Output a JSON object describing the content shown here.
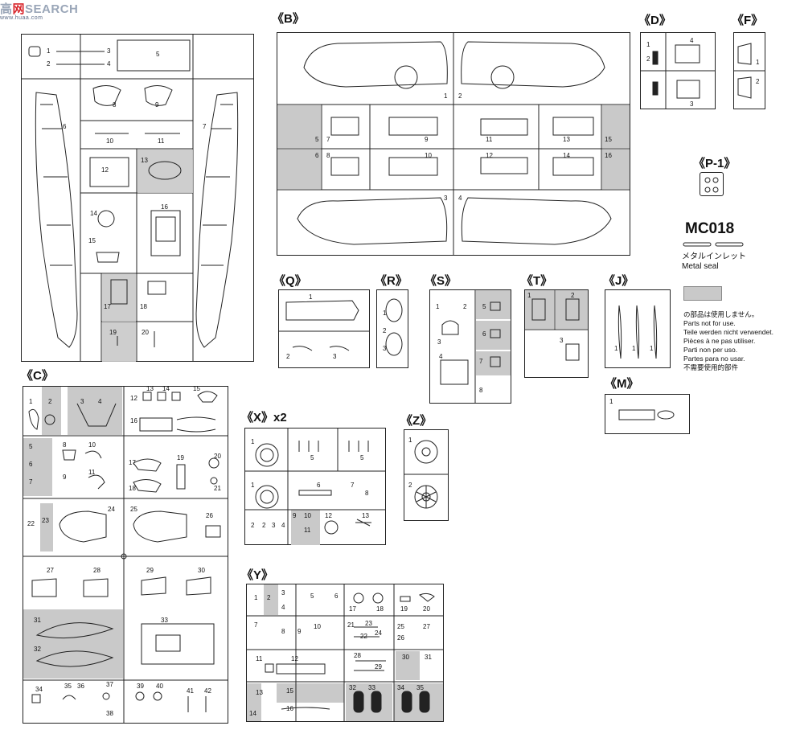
{
  "watermark": {
    "prefix": "高",
    "icon": "网",
    "text": "SEARCH",
    "url": "www.huaa.com"
  },
  "sprues": {
    "B": "《B》",
    "C": "《C》",
    "D": "《D》",
    "F": "《F》",
    "P1": "《P-1》",
    "Q": "《Q》",
    "R": "《R》",
    "S": "《S》",
    "T": "《T》",
    "J": "《J》",
    "M": "《M》",
    "X": "《X》x2",
    "Z": "《Z》",
    "Y": "《Y》"
  },
  "metal_seal": {
    "code": "MC018",
    "jp": "メタルインレット",
    "en": "Metal seal"
  },
  "legend": {
    "lines": [
      "の部品は使用しません。",
      "Parts not for use.",
      "Teile werden nicht verwendet.",
      "Pièces à ne pas utiliser.",
      "Parti non per uso.",
      "Partes para no usar.",
      "不需要使用的部件"
    ],
    "gray_color": "#c9c9c9"
  },
  "part_numbers": {
    "A": [
      "1",
      "2",
      "3",
      "4",
      "5",
      "6",
      "7",
      "8",
      "9",
      "10",
      "11",
      "12",
      "13",
      "14",
      "15",
      "16",
      "17",
      "18",
      "19",
      "20"
    ],
    "B": [
      "1",
      "2",
      "3",
      "4",
      "5",
      "6",
      "7",
      "8",
      "9",
      "10",
      "11",
      "12",
      "13",
      "14",
      "15",
      "16"
    ],
    "C": [
      "1",
      "2",
      "3",
      "4",
      "5",
      "6",
      "7",
      "8",
      "9",
      "10",
      "11",
      "12",
      "13",
      "14",
      "15",
      "16",
      "17",
      "18",
      "19",
      "20",
      "21",
      "22",
      "23",
      "24",
      "25",
      "26",
      "27",
      "28",
      "29",
      "30",
      "31",
      "32",
      "33",
      "34",
      "35",
      "36",
      "37",
      "38",
      "39",
      "40",
      "41",
      "42"
    ],
    "D": [
      "1",
      "2",
      "3",
      "4"
    ],
    "F": [
      "1",
      "2"
    ],
    "Q": [
      "1",
      "2",
      "3"
    ],
    "R": [
      "1",
      "2",
      "3"
    ],
    "S": [
      "1",
      "2",
      "3",
      "4",
      "5",
      "6",
      "7",
      "8"
    ],
    "T": [
      "1",
      "2",
      "3"
    ],
    "J": [
      "1",
      "1",
      "1"
    ],
    "M": [
      "1"
    ],
    "X": [
      "1",
      "1",
      "2",
      "2",
      "3",
      "4",
      "5",
      "5",
      "6",
      "7",
      "8",
      "9",
      "10",
      "11",
      "12",
      "13"
    ],
    "Z": [
      "1",
      "2"
    ],
    "Y": [
      "1",
      "2",
      "3",
      "4",
      "5",
      "6",
      "7",
      "8",
      "9",
      "10",
      "11",
      "12",
      "13",
      "14",
      "15",
      "16",
      "17",
      "18",
      "19",
      "20",
      "21",
      "22",
      "23",
      "24",
      "25",
      "26",
      "27",
      "28",
      "29",
      "30",
      "31",
      "32",
      "33",
      "34",
      "35"
    ]
  }
}
